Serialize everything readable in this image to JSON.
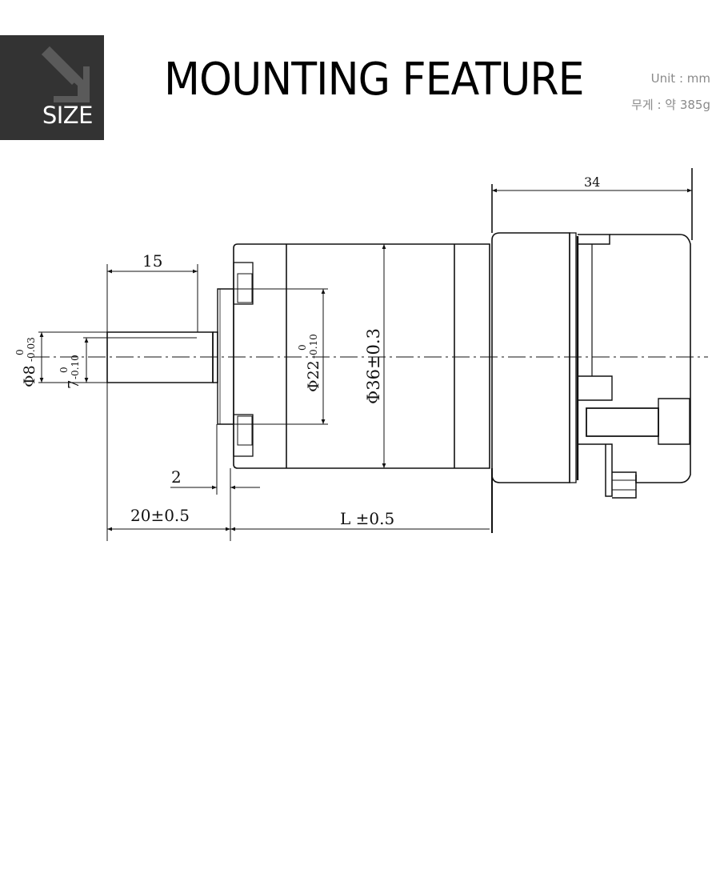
{
  "header": {
    "badge_label": "SIZE",
    "badge_icon": "arrow-down-right-icon",
    "title": "MOUNTING FEATURE",
    "unit": "Unit : mm",
    "weight": "무게 : 약 385g"
  },
  "colors": {
    "badge_bg": "#333333",
    "badge_arrow": "#5a5a5a",
    "spec_text": "#8a8a8a",
    "line": "#111111"
  },
  "drawing": {
    "dimensions": {
      "shaft_length": "15",
      "shaft_diameter_main": "Φ8",
      "shaft_diameter_main_tol_upper": "0",
      "shaft_diameter_main_tol_lower": "-0.03",
      "shaft_flat": "7",
      "shaft_flat_tol_upper": "0",
      "shaft_flat_tol_lower": "-0.10",
      "pilot_diameter": "Φ22",
      "pilot_tol_upper": "0",
      "pilot_tol_lower": "-0.10",
      "body_diameter": "Φ36±0.3",
      "pilot_height": "2",
      "shaft_overall": "20±0.5",
      "gearbox_length": "L ±0.5",
      "motor_length": "34"
    }
  }
}
